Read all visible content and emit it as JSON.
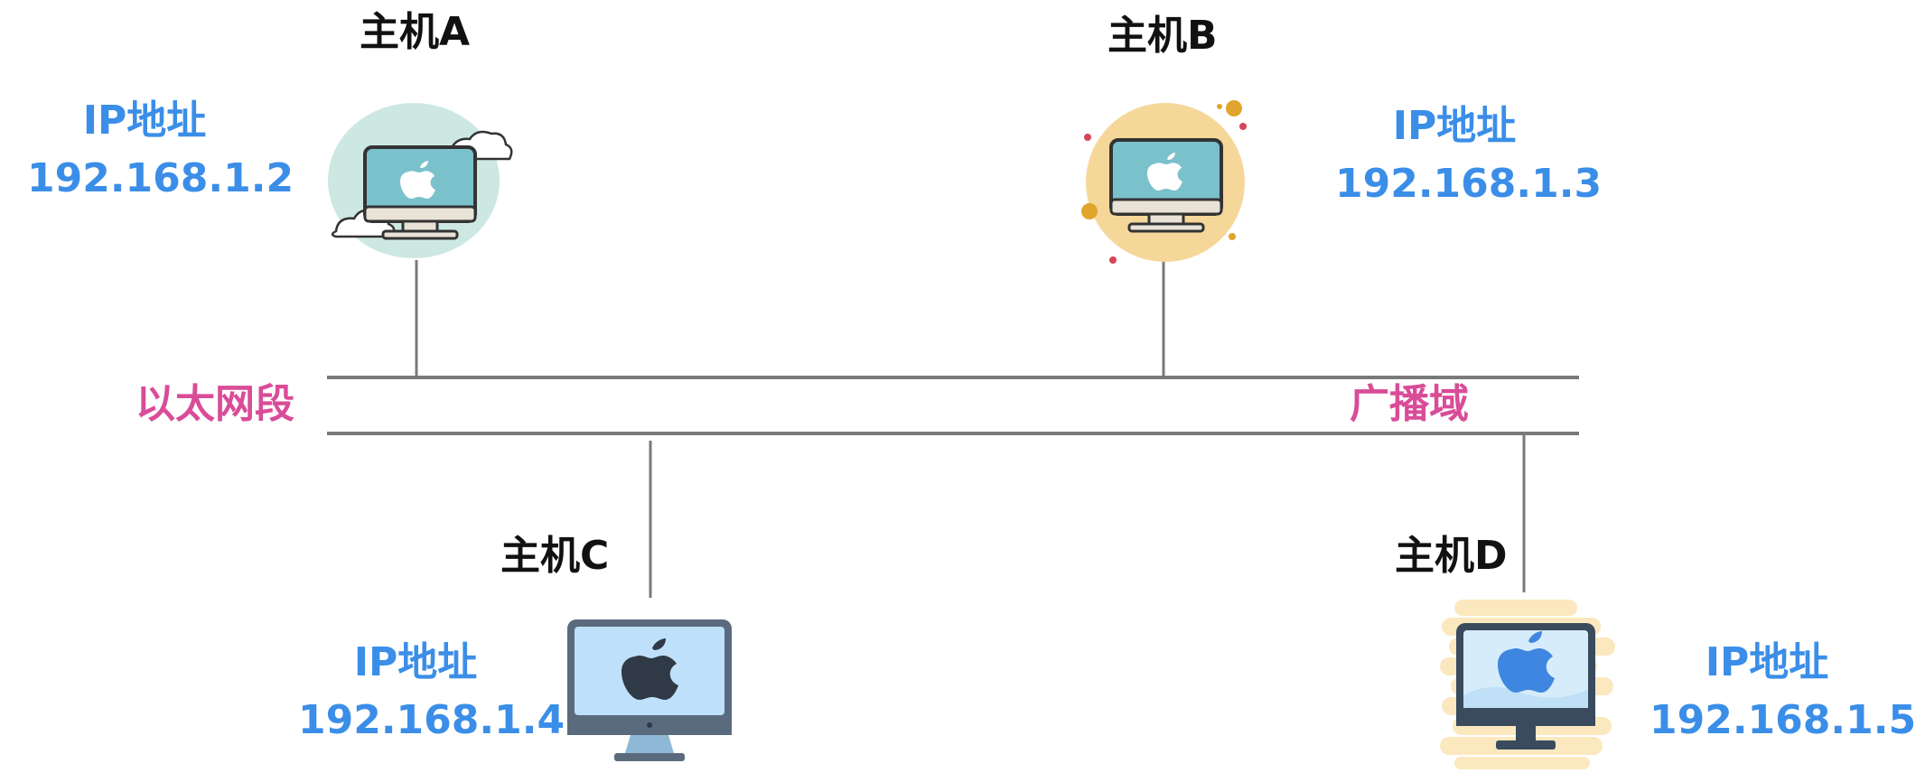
{
  "network": {
    "segment_label": "以太网段",
    "broadcast_label": "广播域"
  },
  "hosts": [
    {
      "name": "主机A",
      "ip_label": "IP地址",
      "ip": "192.168.1.2",
      "icon": "computer-icon"
    },
    {
      "name": "主机B",
      "ip_label": "IP地址",
      "ip": "192.168.1.3",
      "icon": "computer-icon"
    },
    {
      "name": "主机C",
      "ip_label": "IP地址",
      "ip": "192.168.1.4",
      "icon": "computer-icon"
    },
    {
      "name": "主机D",
      "ip_label": "IP地址",
      "ip": "192.168.1.5",
      "icon": "computer-icon"
    }
  ],
  "colors": {
    "host_name": "#111111",
    "ip_text": "#3b8ee8",
    "network_label": "#d94c98",
    "line": "#7a7a7a"
  }
}
